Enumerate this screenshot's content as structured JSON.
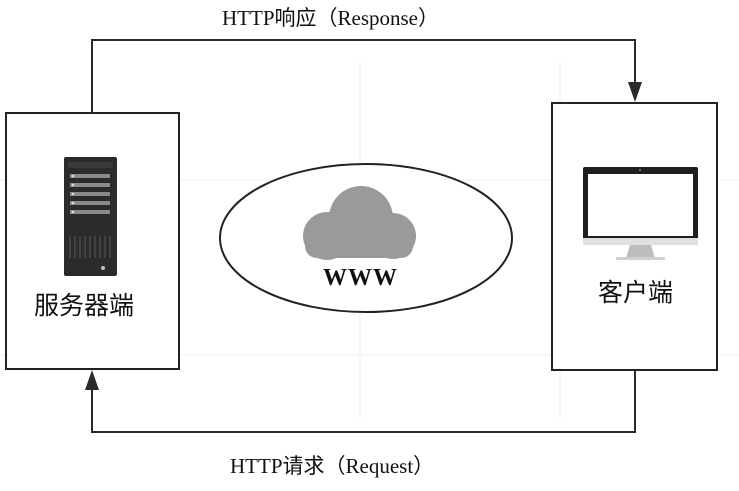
{
  "response_label": "HTTP响应（Response）",
  "request_label": "HTTP请求（Request）",
  "server": {
    "label": "服务器端",
    "icon": "server-rack-icon"
  },
  "client": {
    "label": "客户端",
    "icon": "monitor-icon"
  },
  "network": {
    "label": "WWW",
    "icon": "cloud-icon"
  },
  "colors": {
    "line": "#2a2a2a",
    "server": "#2b2b2b",
    "cloud": "#9a9a9a",
    "monitor": "#1f1f1f"
  }
}
